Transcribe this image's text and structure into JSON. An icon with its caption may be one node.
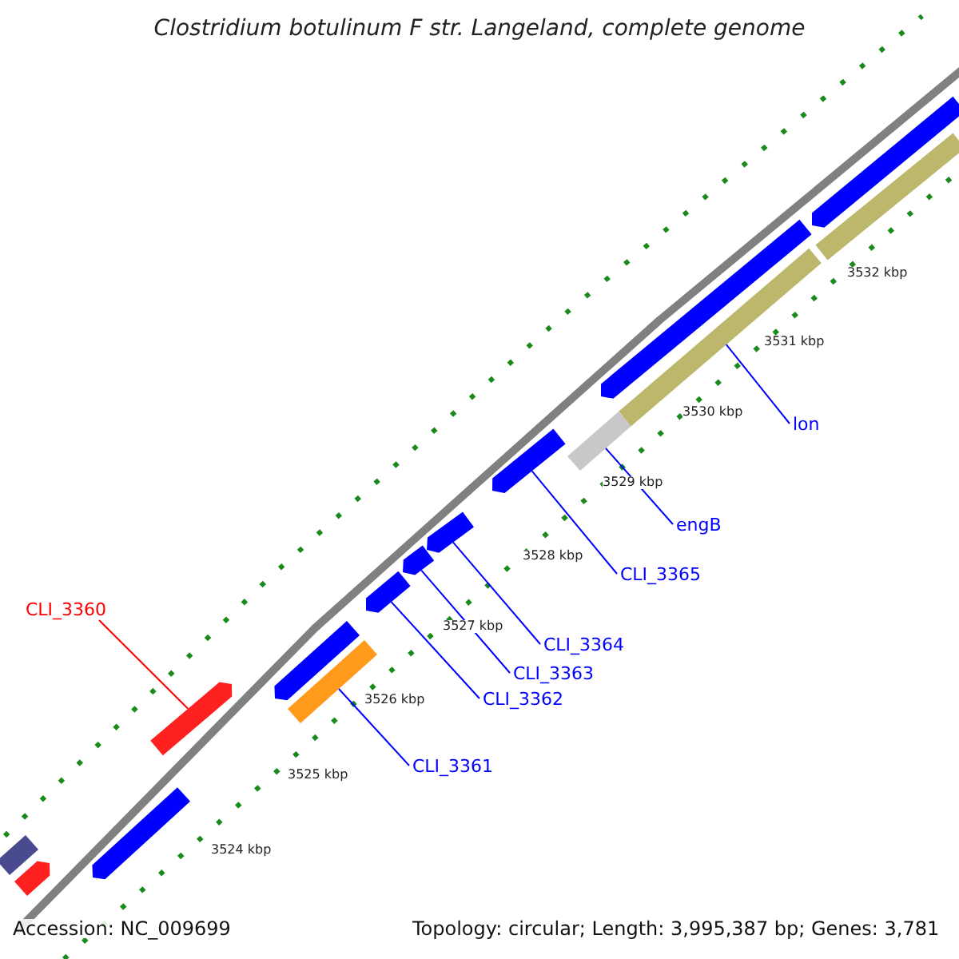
{
  "diagram": {
    "title": "Clostridium botulinum F str. Langeland, complete genome",
    "nodes": [
      {
        "text": [
          "CLI_3360"
        ]
      },
      {
        "text": [
          "CLI_3361"
        ]
      },
      {
        "text": [
          "CLI_3362"
        ]
      },
      {
        "text": [
          "CLI_3363"
        ]
      },
      {
        "text": [
          "CLI_3364"
        ]
      },
      {
        "text": [
          "CLI_3365"
        ]
      },
      {
        "text": [
          "engB"
        ]
      },
      {
        "text": [
          "lon"
        ]
      },
      {
        "text": [],
        "shape": "bar"
      },
      {
        "text": [],
        "shape": "bar"
      },
      {
        "text": [],
        "shape": "bar"
      },
      {
        "text": [],
        "shape": "bar"
      },
      {
        "text": [],
        "shape": "bar"
      },
      {
        "text": [],
        "shape": "bar"
      },
      {
        "text": [],
        "shape": "bar"
      },
      {
        "text": [],
        "shape": "bar"
      },
      {
        "text": [],
        "shape": "bar"
      },
      {
        "text": [],
        "shape": "bar"
      },
      {
        "text": [],
        "shape": "bar"
      },
      {
        "text": [],
        "shape": "bar"
      },
      {
        "text": [],
        "shape": "bar"
      },
      {
        "text": [],
        "shape": "bar"
      },
      {
        "text": [],
        "shape": "bar"
      }
    ],
    "edges": [
      {
        "from": 0,
        "to": 8,
        "arrow": "none",
        "color": "#ff0000"
      },
      {
        "from": 1,
        "to": 9,
        "arrow": "none"
      },
      {
        "from": 2,
        "to": 10,
        "arrow": "none"
      },
      {
        "from": 3,
        "to": 11,
        "arrow": "none"
      },
      {
        "from": 4,
        "to": 12,
        "arrow": "none"
      },
      {
        "from": 5,
        "to": 13,
        "arrow": "none"
      },
      {
        "from": 6,
        "to": 14,
        "arrow": "none"
      },
      {
        "from": 7,
        "to": 15,
        "arrow": "none"
      }
    ],
    "labels": [
      "3532 kbp",
      "3531 kbp",
      "3530 kbp",
      "3529 kbp",
      "3528 kbp",
      "3527 kbp",
      "3526 kbp",
      "3525 kbp",
      "3524 kbp",
      "Accession: NC_009699",
      "Topology: circular; Length: 3,995,387 bp; Genes: 3,781"
    ]
  }
}
